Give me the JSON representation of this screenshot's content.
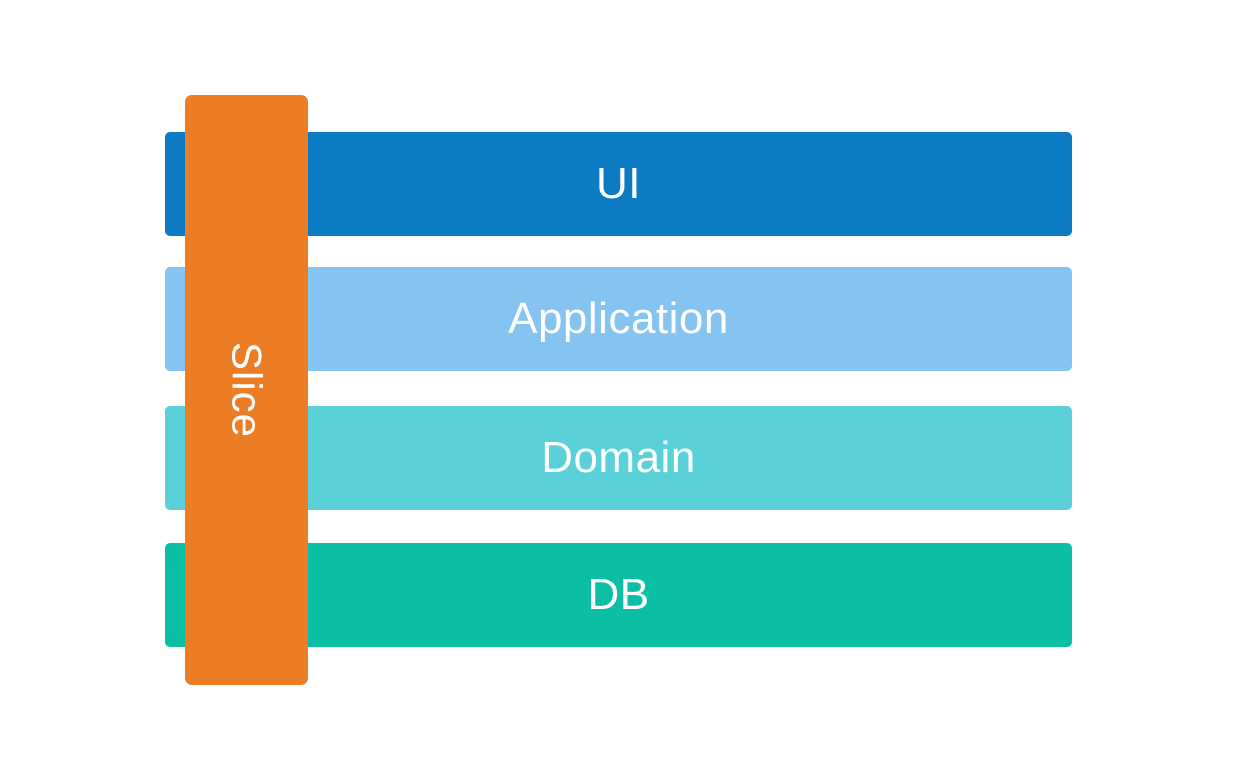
{
  "diagram": {
    "type": "layered-architecture",
    "layers": [
      {
        "label": "UI",
        "color": "#0d7bc4"
      },
      {
        "label": "Application",
        "color": "#85c3f0"
      },
      {
        "label": "Domain",
        "color": "#5ad0d8"
      },
      {
        "label": "DB",
        "color": "#0abfa3"
      }
    ],
    "slice": {
      "label": "Slice",
      "color": "#ec7d25"
    }
  }
}
